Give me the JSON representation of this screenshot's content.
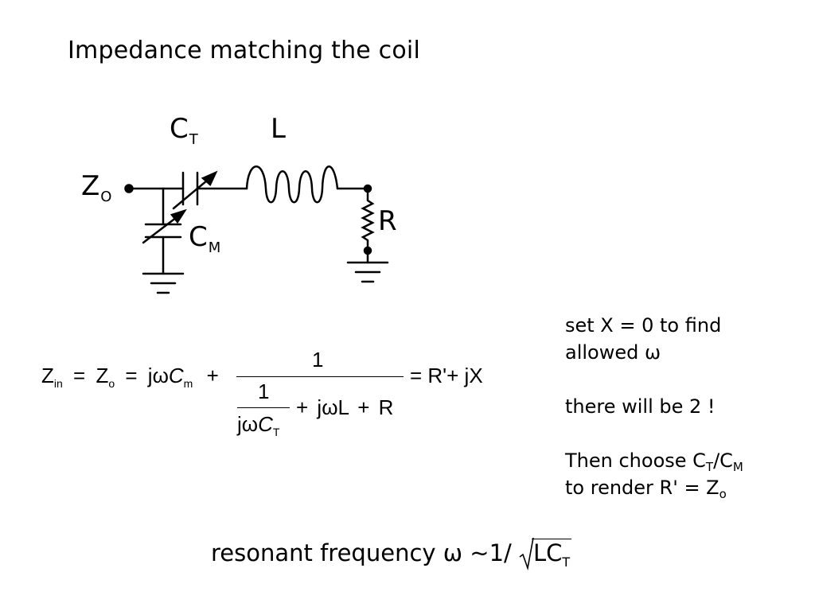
{
  "title": "Impedance matching the coil",
  "circuit": {
    "ct_label": "C",
    "ct_sub": "T",
    "l_label": "L",
    "zo_label": "Z",
    "zo_sub": "O",
    "cm_label": "C",
    "cm_sub": "M",
    "r_label": "R"
  },
  "equation": {
    "zin": "Z",
    "zin_sub": "in",
    "eq1": "=",
    "zo": "Z",
    "zo_sub": "o",
    "eq2": "=",
    "jw": "jω",
    "c": "C",
    "cm_sub": "m",
    "plus1": "+",
    "num_one": "1",
    "inner_one": "1",
    "inner_den_jw": "jω",
    "inner_den_c": "C",
    "inner_den_sub": "T",
    "plus2": "+",
    "jwl": "jωL",
    "plus3": "+",
    "r": "R",
    "rhs": "= R'+ jX"
  },
  "notes": {
    "line1": "set X = 0 to find",
    "line2": "allowed ω",
    "line3": "there will be 2 !",
    "line4_a": "Then choose C",
    "line4_sub1": "T",
    "line4_b": "/C",
    "line4_sub2": "M",
    "line5_a": "to render R' = Z",
    "line5_sub": "o"
  },
  "resonant": {
    "text": "resonant frequency ω ~1/ ",
    "radicand": "LC",
    "radicand_sub": "T"
  }
}
